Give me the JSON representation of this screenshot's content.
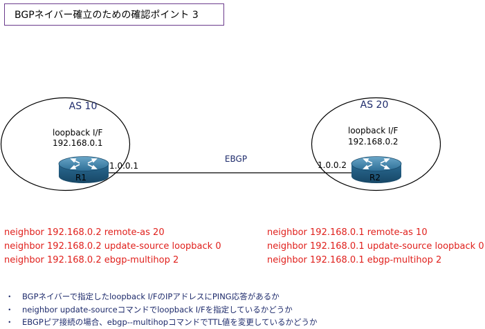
{
  "title": "BGPネイバー確立のための確認ポイント 3",
  "diagram": {
    "link_label": "EBGP",
    "left": {
      "as_label": "AS 10",
      "loopback_label": "loopback I/F",
      "loopback_ip": "192.168.0.1",
      "router_name": "R1",
      "link_ip": "1.0.0.1"
    },
    "right": {
      "as_label": "AS 20",
      "loopback_label": "loopback I/F",
      "loopback_ip": "192.168.0.2",
      "router_name": "R2",
      "link_ip": "1.0.0.2"
    }
  },
  "config": {
    "r1": [
      "neighbor 192.168.0.2 remote-as 20",
      "neighbor 192.168.0.2 update-source loopback 0",
      "neighbor 192.168.0.2 ebgp-multihop 2"
    ],
    "r2": [
      "neighbor 192.168.0.1 remote-as 10",
      "neighbor 192.168.0.1 update-source loopback 0",
      "neighbor 192.168.0.1 ebgp-multihop 2"
    ]
  },
  "bullet_marker": "・",
  "bullets": [
    "BGPネイバーで指定したloopback I/FのIPアドレスにPING応答があるか",
    "neighbor update-sourceコマンドでloopback I/Fを指定しているかどうか",
    "EBGPピア接続の場合、ebgp--multihopコマンドでTTL値を変更しているかどうか"
  ],
  "colors": {
    "title_border": "#6a3a8c",
    "diagram_text": "#1d2a6b",
    "config_text": "#e0201c",
    "router_body": "#1f5a80"
  }
}
